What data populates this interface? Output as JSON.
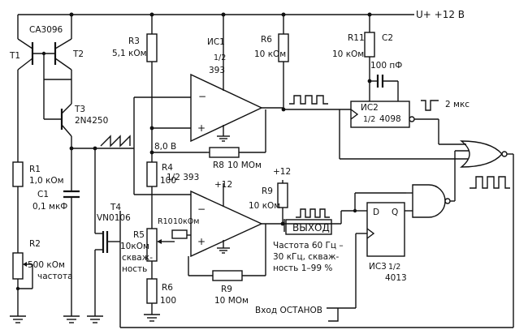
{
  "supply": {
    "rail_label": "U+ +12 В"
  },
  "transistors": {
    "pair_part": "CA3096",
    "t1": "T1",
    "t2": "T2",
    "t3": "T3",
    "t3_part": "2N4250",
    "t4": "T4",
    "t4_part": "VN0106"
  },
  "resistors": {
    "r1_name": "R1",
    "r1_value": "1,0 кОм",
    "r2_name": "R2",
    "r2_value": "500 кОм",
    "r2_role": "частота",
    "r3_name": "R3",
    "r3_value": "5,1 кОм",
    "r4_name": "R4",
    "r4_value": "100",
    "r5_name": "R5",
    "r5_value": "10кОм",
    "r5_role_1": "скваж-",
    "r5_role_2": "ность",
    "r6a_name": "R6",
    "r6a_value": "10 кОм",
    "r6b_name": "R6",
    "r6b_value": "100",
    "r8_name": "R8",
    "r8_value": "10 МОм",
    "r9a_name": "R9",
    "r9a_value": "10 кОм",
    "r9b_name": "R9",
    "r9b_value": "10 МОм",
    "r10_name": "R10",
    "r10_value": "10кОм",
    "r11_name": "R11",
    "r11_value": "10 кОм"
  },
  "capacitors": {
    "c1_name": "C1",
    "c1_value": "0,1 мкФ",
    "c2_name": "C2",
    "c2_value": "100 пФ"
  },
  "ics": {
    "ic1_name": "ИС1",
    "ic1_frac": "1/2",
    "ic1_part": "393",
    "ic2_name": "ИС2",
    "ic2_frac": "1/2",
    "ic2_part": "4098",
    "ic3_name": "ИС3",
    "ic3_frac": "1/2",
    "ic3_part": "4013",
    "comp2_part": "1/2 393",
    "comp2_supply": "+12",
    "minus": "−",
    "plus": "+",
    "ff_d": "D",
    "ff_q": "Q"
  },
  "nodes": {
    "ref_voltage": "8,0 В",
    "r9_supply": "+12"
  },
  "annotations": {
    "pulse_width": "2 мкс",
    "output_label": "ВЫХОД",
    "spec_1": "Частота  60 Гц –",
    "spec_2": "30 кГц, скваж-",
    "spec_3": "ность  1–99 %",
    "stop_input": "Вход  ОСТАНОВ"
  }
}
